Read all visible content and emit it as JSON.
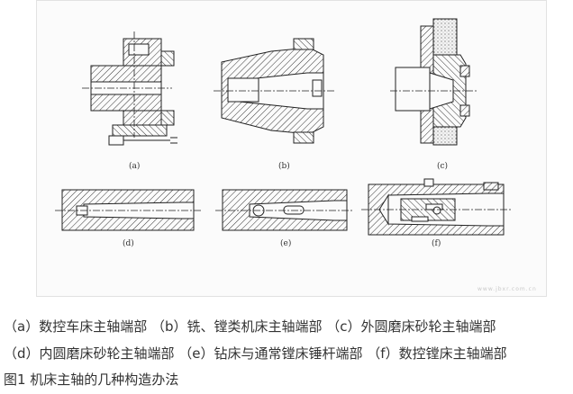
{
  "figure": {
    "subfigure_labels": [
      "(a)",
      "(b)",
      "(c)",
      "(d)",
      "(e)",
      "(f)"
    ]
  },
  "caption": {
    "line1": "（a）数控车床主轴端部 （b）铣、镗类机床主轴端部 （c）外圆磨床砂轮主轴端部",
    "line2": "（d）内圆磨床砂轮主轴端部 （e）钻床与通常镗床锤杆端部 （f）数控镗床主轴端部",
    "line3": "图1 机床主轴的几种构造办法"
  },
  "watermark": "www.jbxr.com.cn"
}
